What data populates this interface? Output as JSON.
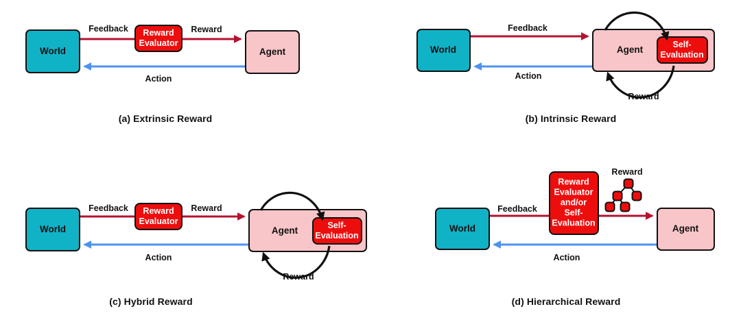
{
  "colors": {
    "world_fill": "#10b2c6",
    "agent_fill": "#f8c5c8",
    "evaluator_fill": "#ee0d0d",
    "arrow_red": "#b5122f",
    "arrow_blue": "#4e92f0",
    "loop_black": "#101010"
  },
  "panels": [
    {
      "id": "a",
      "caption": "(a) Extrinsic Reward",
      "world_label": "World",
      "agent_label": "Agent",
      "evaluator_lines": [
        "Reward",
        "Evaluator"
      ],
      "arrows": {
        "feedback": "Feedback",
        "reward": "Reward",
        "action": "Action"
      }
    },
    {
      "id": "b",
      "caption": "(b) Intrinsic Reward",
      "world_label": "World",
      "agent_label": "Agent",
      "self_eval_lines": [
        "Self-",
        "Evaluation"
      ],
      "arrows": {
        "feedback": "Feedback",
        "action": "Action",
        "loop_reward": "Reward"
      }
    },
    {
      "id": "c",
      "caption": "(c) Hybrid Reward",
      "world_label": "World",
      "agent_label": "Agent",
      "evaluator_lines": [
        "Reward",
        "Evaluator"
      ],
      "self_eval_lines": [
        "Self-",
        "Evaluation"
      ],
      "arrows": {
        "feedback": "Feedback",
        "reward": "Reward",
        "action": "Action",
        "loop_reward": "Reward"
      }
    },
    {
      "id": "d",
      "caption": "(d) Hierarchical Reward",
      "world_label": "World",
      "agent_label": "Agent",
      "combined_evaluator_lines": [
        "Reward",
        "Evaluator",
        "and/or",
        "Self-",
        "Evaluation"
      ],
      "arrows": {
        "feedback": "Feedback",
        "action": "Action",
        "tree_reward": "Reward"
      }
    }
  ]
}
